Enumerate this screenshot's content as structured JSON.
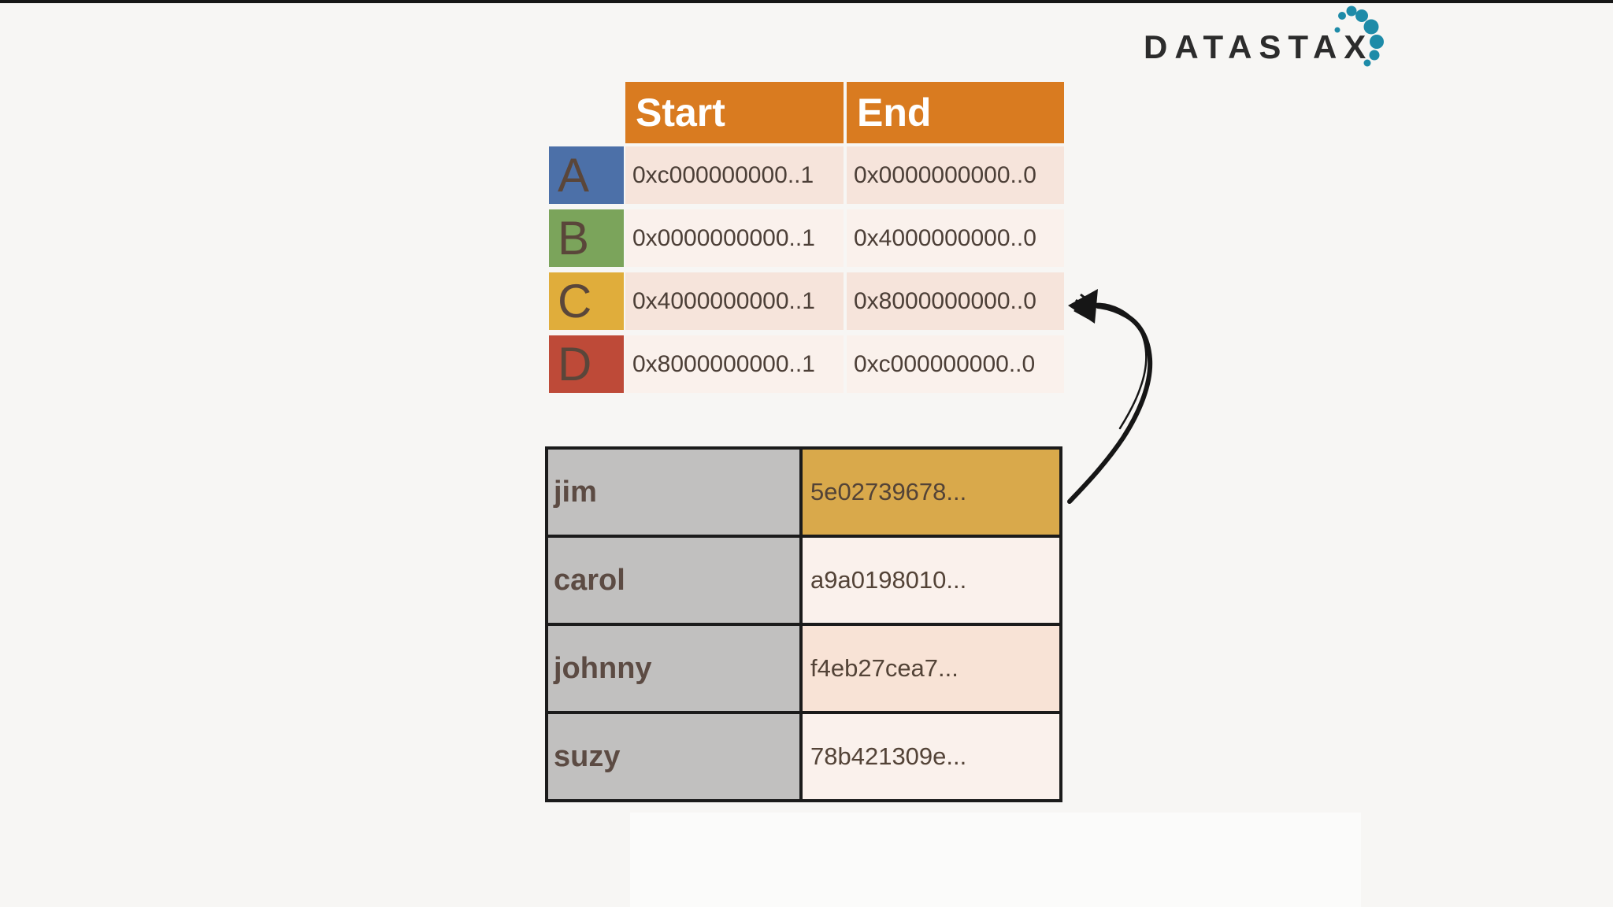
{
  "logo": {
    "text": "DATASTAX",
    "text_color": "#2c2c2c",
    "dot_color": "#1e8ba8"
  },
  "token_table": {
    "columns": [
      "Start",
      "End"
    ],
    "header_bg": "#d97b20",
    "band_dark": "#f6e4db",
    "band_light": "#faf1ec",
    "rows": [
      {
        "node": "A",
        "color": "#4c70a8",
        "start": "0xc000000000..1",
        "end": "0x0000000000..0",
        "band": "#f6e4db"
      },
      {
        "node": "B",
        "color": "#7ba45b",
        "start": "0x0000000000..1",
        "end": "0x4000000000..0",
        "band": "#faf1ec"
      },
      {
        "node": "C",
        "color": "#e0ad3b",
        "start": "0x4000000000..1",
        "end": "0x8000000000..0",
        "band": "#f6e4db"
      },
      {
        "node": "D",
        "color": "#be4a38",
        "start": "0x8000000000..1",
        "end": "0xc000000000..0",
        "band": "#faf1ec"
      }
    ]
  },
  "hash_table": {
    "name_bg": "#c1c0bf",
    "highlight_bg": "#d9a94b",
    "rows": [
      {
        "name": "jim",
        "hash": "5e02739678...",
        "hash_bg": "#d9a94b"
      },
      {
        "name": "carol",
        "hash": "a9a0198010...",
        "hash_bg": "#faf1ec"
      },
      {
        "name": "johnny",
        "hash": "f4eb27cea7...",
        "hash_bg": "#f8e3d6"
      },
      {
        "name": "suzy",
        "hash": "78b421309e...",
        "hash_bg": "#faf1ec"
      }
    ]
  },
  "arrow": {
    "color": "#161616",
    "meaning": "points from jim's hash cell to token range row C"
  }
}
